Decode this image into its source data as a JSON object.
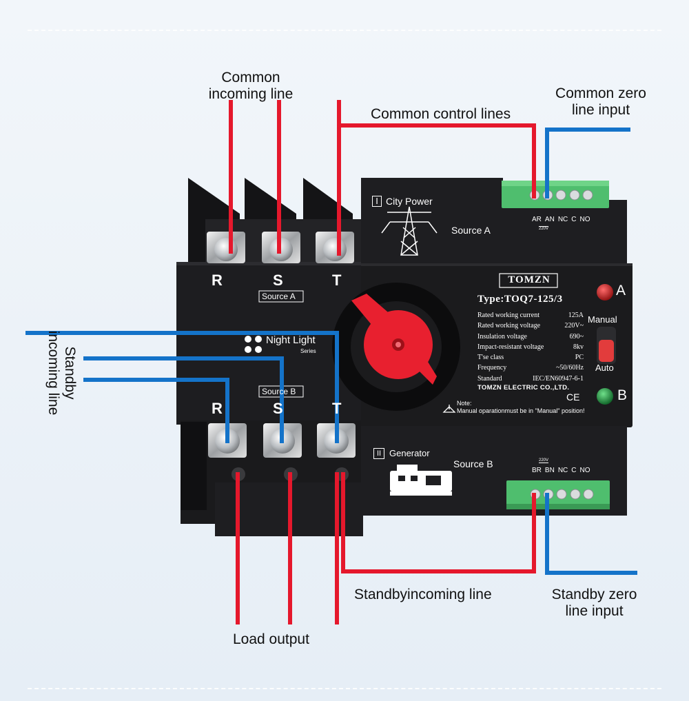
{
  "labels": {
    "common_incoming": [
      "Common",
      "incoming line"
    ],
    "common_zero": [
      "Common zero",
      "line input"
    ],
    "common_control": "Common control lines",
    "standby_incoming": [
      "Standby",
      "incoming line"
    ],
    "standby_incoming_line": "Standbyincoming line",
    "standby_zero": [
      "Standby zero",
      "line input"
    ],
    "load_output": "Load output"
  },
  "device": {
    "phases_top": [
      "R",
      "S",
      "T"
    ],
    "phases_bottom": [
      "R",
      "S",
      "T"
    ],
    "source_a_badge": "Source A",
    "source_b_badge": "Source B",
    "night_light": "Night Light",
    "series": "Series",
    "city_power": "City Power",
    "source_a": "Source A",
    "generator": "Generator",
    "source_b": "Source B",
    "brand": "TOMZN",
    "type": "Type:TOQ7-125/3",
    "specs": [
      {
        "k": "Rated working current",
        "v": "125A"
      },
      {
        "k": "Rated working voltage",
        "v": "220V~"
      },
      {
        "k": "Insulation voltage",
        "v": "690~"
      },
      {
        "k": "Impact-resistant voltage",
        "v": "8kv"
      },
      {
        "k": "T'se class",
        "v": "PC"
      },
      {
        "k": "Frequency",
        "v": "~50/60Hz"
      },
      {
        "k": "Standard",
        "v": "IEC/EN60947-6-1"
      }
    ],
    "company": "TOMZN ELECTRIC CO.,LTD.",
    "ce": "CE",
    "note_title": "Note:",
    "note_text": "Manual oparationmust be in \"Manual\" position!",
    "indicator_a": "A",
    "indicator_b": "B",
    "manual": "Manual",
    "auto": "Auto",
    "terminal_top": [
      "AR",
      "AN",
      "NC",
      "C",
      "NO"
    ],
    "terminal_top_voltage": "220V",
    "terminal_bottom": [
      "BR",
      "BN",
      "NC",
      "C",
      "NO"
    ],
    "terminal_bottom_voltage": "220V",
    "roman_1": "I",
    "roman_2": "II"
  },
  "colors": {
    "red_wire": "#e5182c",
    "blue_wire": "#1473c9",
    "housing": "#1b1b1d",
    "handle": "#e8202f",
    "terminal_green": "#4fbe6e"
  }
}
